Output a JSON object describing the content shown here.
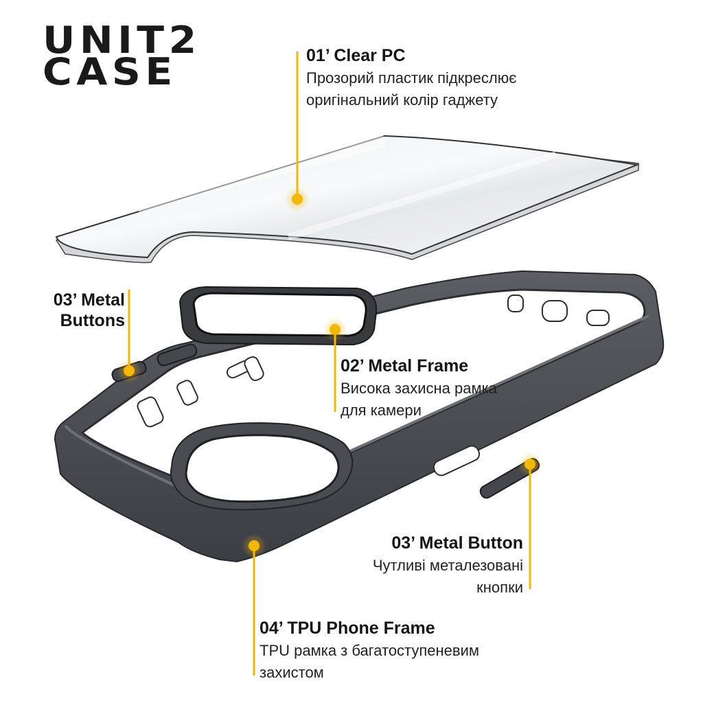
{
  "brand": {
    "line1": "UNIT2",
    "line2": "CASE"
  },
  "callouts": {
    "clear_pc": {
      "title": "01’ Clear PC",
      "desc_line1": "Прозорий пластик підкреслює",
      "desc_line2": "оригінальний колір гаджету"
    },
    "metal_buttons": {
      "title_line1": "03’ Metal",
      "title_line2": "Buttons"
    },
    "metal_frame": {
      "title": "02’ Metal Frame",
      "desc_line1": "Висока захисна рамка",
      "desc_line2": "для камери"
    },
    "metal_button": {
      "title": "03’ Metal Button",
      "desc_line1": "Чутливі металезовані",
      "desc_line2": "кнопки"
    },
    "tpu_frame": {
      "title": "04’ TPU Phone Frame",
      "desc_line1": "TPU рамка з багатоступеневим",
      "desc_line2": "захистом"
    }
  },
  "colors": {
    "accent": "#f5b800",
    "frame": "#4a4c52",
    "frame_dark": "#2e3035",
    "text": "#151515"
  }
}
